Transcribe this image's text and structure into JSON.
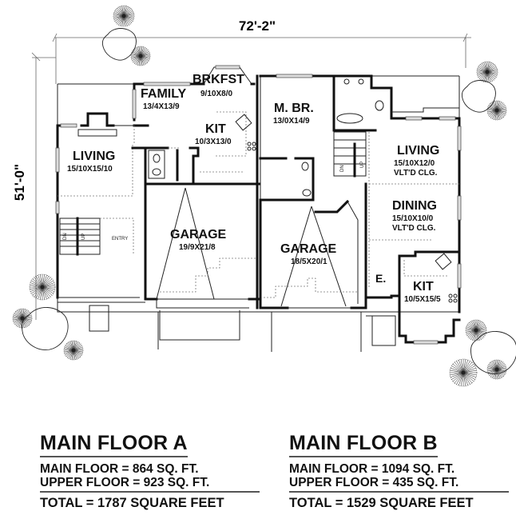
{
  "plan": {
    "overall_width": "72'-2\"",
    "overall_depth": "51'-0\"",
    "unit_a": {
      "rooms": [
        {
          "name": "FAMILY",
          "size": "13/4X13/9"
        },
        {
          "name": "BRKFST",
          "size": "9/10X8/0"
        },
        {
          "name": "KIT",
          "size": "10/3X13/0"
        },
        {
          "name": "LIVING",
          "size": "15/10X15/10"
        },
        {
          "name": "GARAGE",
          "size": "19/9X21/8"
        }
      ],
      "entry_label": "ENTRY",
      "stair_dn": "DN",
      "stair_up": "UP"
    },
    "unit_b": {
      "rooms": [
        {
          "name": "M. BR.",
          "size": "13/0X14/9"
        },
        {
          "name": "LIVING",
          "size": "15/10X12/0",
          "note": "VLT'D CLG."
        },
        {
          "name": "DINING",
          "size": "15/10X10/0",
          "note": "VLT'D CLG."
        },
        {
          "name": "GARAGE",
          "size": "18/5X20/1"
        },
        {
          "name": "KIT",
          "size": "10/5X15/5"
        }
      ],
      "entry_label": "E.",
      "stair_dn": "DN",
      "stair_up": "UP"
    }
  },
  "summary_a": {
    "title": "MAIN FLOOR A",
    "main_floor": "MAIN FLOOR = 864 SQ. FT.",
    "upper_floor": "UPPER FLOOR = 923 SQ. FT.",
    "total": "TOTAL = 1787 SQUARE FEET"
  },
  "summary_b": {
    "title": "MAIN FLOOR B",
    "main_floor": "MAIN FLOOR = 1094 SQ. FT.",
    "upper_floor": "UPPER FLOOR = 435 SQ. FT.",
    "total": "TOTAL = 1529 SQUARE FEET"
  }
}
